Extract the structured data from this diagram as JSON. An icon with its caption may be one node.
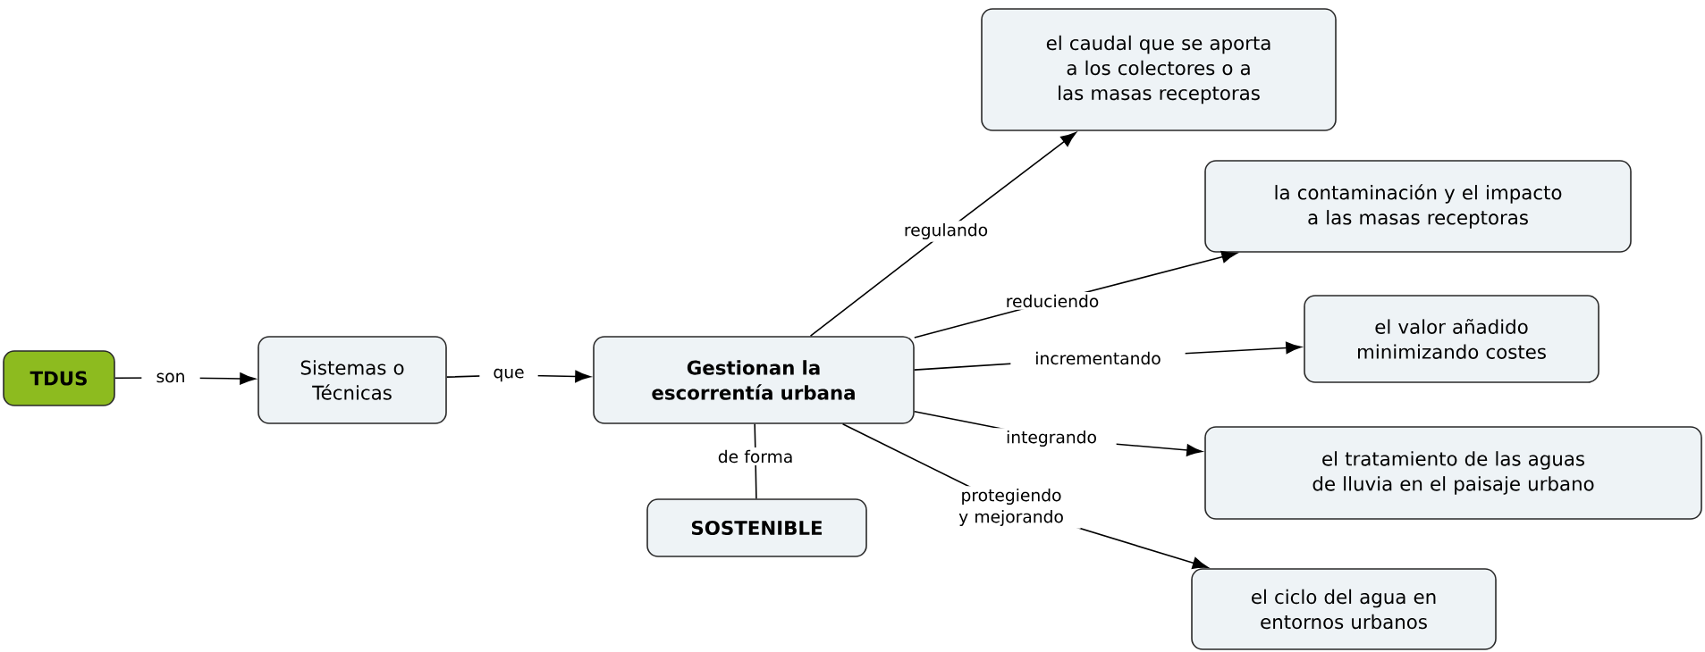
{
  "diagram": {
    "nodes": [
      {
        "text": [
          "TDUS"
        ]
      },
      {
        "text": [
          "Sistemas o Técnicas"
        ]
      },
      {
        "text": [
          "Gestionan la escorrentía urbana"
        ]
      },
      {
        "text": [
          "SOSTENIBLE"
        ]
      },
      {
        "text": [
          "el caudal que se aporta a los colectores o a las masas receptoras"
        ]
      },
      {
        "text": [
          "la contaminación y el impacto a las masas receptoras"
        ]
      },
      {
        "text": [
          "el valor añadido minimizando costes"
        ]
      },
      {
        "text": [
          "el tratamiento de las aguas de lluvia en el paisaje urbano"
        ]
      },
      {
        "text": [
          "el ciclo del agua en entornos urbanos"
        ]
      }
    ],
    "edges": [
      {
        "from": 0,
        "to": 1,
        "arrow": "to",
        "label": "son"
      },
      {
        "from": 1,
        "to": 2,
        "arrow": "to",
        "label": "que"
      },
      {
        "from": 2,
        "to": 3,
        "arrow": "none",
        "label": "de forma"
      },
      {
        "from": 2,
        "to": 4,
        "arrow": "to",
        "label": "regulando"
      },
      {
        "from": 2,
        "to": 5,
        "arrow": "to",
        "label": "reduciendo"
      },
      {
        "from": 2,
        "to": 6,
        "arrow": "to",
        "label": "incrementando"
      },
      {
        "from": 2,
        "to": 7,
        "arrow": "to",
        "label": "integrando"
      },
      {
        "from": 2,
        "to": 8,
        "arrow": "to",
        "label": "protegiendo y mejorando"
      }
    ]
  }
}
